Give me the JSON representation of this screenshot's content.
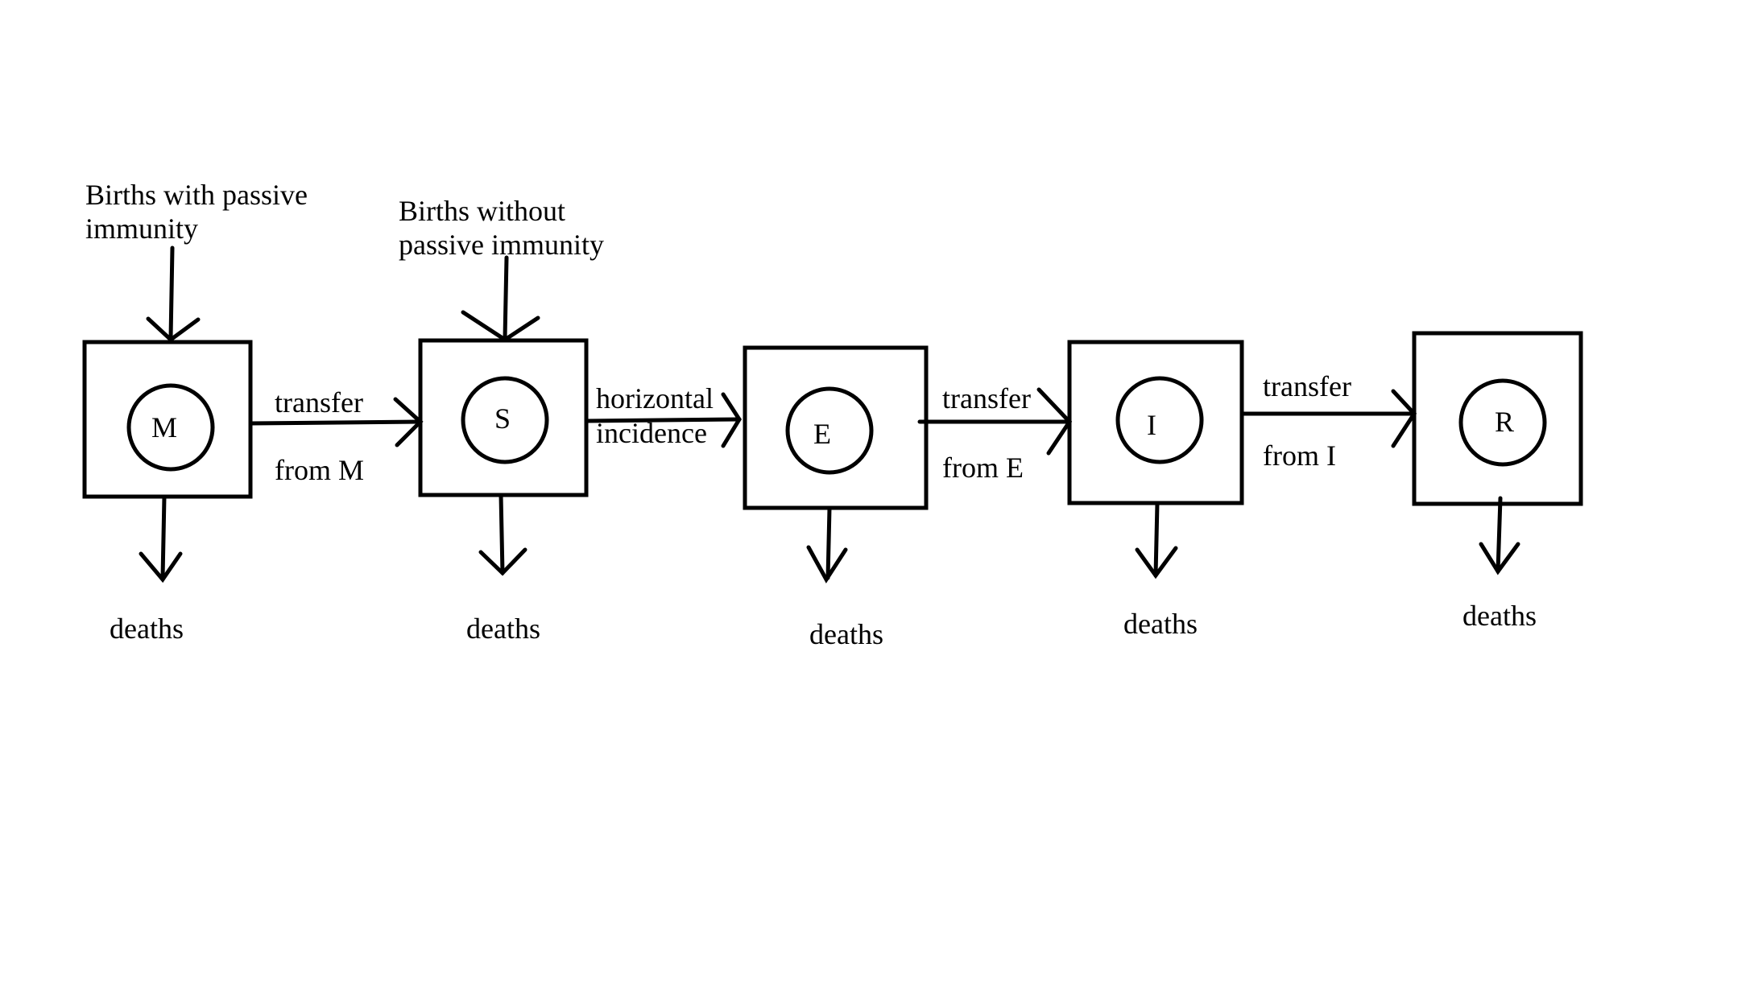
{
  "diagram": {
    "stroke_color": "#000000",
    "background": "#ffffff",
    "nodes": [
      {
        "id": "M",
        "label": "M"
      },
      {
        "id": "S",
        "label": "S"
      },
      {
        "id": "E",
        "label": "E"
      },
      {
        "id": "I",
        "label": "I"
      },
      {
        "id": "R",
        "label": "R"
      }
    ],
    "inflows": {
      "births_passive": {
        "line1": "Births with passive",
        "line2": "immunity"
      },
      "births_without": {
        "line1": "Births without",
        "line2": "passive immunity"
      }
    },
    "edges": {
      "m_to_s": {
        "top": "transfer",
        "bottom": "from M"
      },
      "s_to_e": {
        "top": "horizontal",
        "bottom": "incidence"
      },
      "e_to_i": {
        "top": "transfer",
        "bottom": "from E"
      },
      "i_to_r": {
        "top": "transfer",
        "bottom": "from I"
      }
    },
    "outflows": {
      "m_deaths": "deaths",
      "s_deaths": "deaths",
      "e_deaths": "deaths",
      "i_deaths": "deaths",
      "r_deaths": "deaths"
    }
  }
}
